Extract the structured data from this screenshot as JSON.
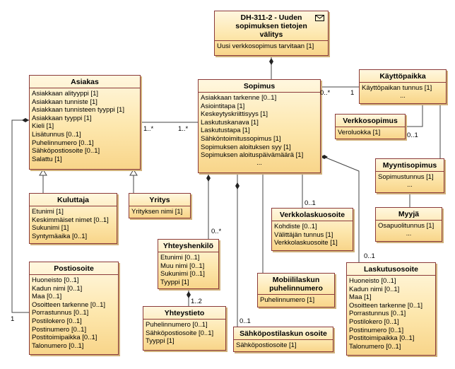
{
  "classes": {
    "dh": {
      "title_lines": [
        "DH-311-2 - Uuden",
        "sopimuksen tietojen",
        "välitys"
      ],
      "attrs": [
        "Uusi verkkosopimus tarvitaan [1]"
      ],
      "icon": "envelope-icon"
    },
    "asiakas": {
      "title": "Asiakas",
      "attrs": [
        "Asiakkaan alityyppi [1]",
        "Asiakkaan tunniste [1]",
        "Asiakkaan tunnisteen tyyppi [1]",
        "Asiakkaan tyyppi [1]",
        "Kieli [1]",
        "Lisätunnus [0..1]",
        "Puhelinnumero [0..1]",
        "Sähköpostiosoite [0..1]",
        "Salattu [1]"
      ]
    },
    "sopimus": {
      "title": "Sopimus",
      "attrs": [
        "Asiakkaan tarkenne [0..1]",
        "Asiointitapa [1]",
        "Keskeytyskriittisyys [1]",
        "Laskutuskanava [1]",
        "Laskutustapa [1]",
        "Sähköntoimitussopimus [1]",
        "Sopimuksen aloituksen syy [1]",
        "Sopimuksen aloituspäivämäärä [1]"
      ],
      "ellipsis": "..."
    },
    "kayttopaikka": {
      "title": "Käyttöpaikka",
      "attrs": [
        "Käyttöpaikan tunnus [1]"
      ],
      "ellipsis": "..."
    },
    "verkkosopimus": {
      "title": "Verkkosopimus",
      "attrs": [
        "Veroluokka [1]"
      ]
    },
    "myyntisopimus": {
      "title": "Myyntisopimus",
      "attrs": [
        "Sopimustunnus [1]"
      ],
      "ellipsis": "..."
    },
    "myyja": {
      "title": "Myyjä",
      "attrs": [
        "Osapuolitunnus [1]"
      ],
      "ellipsis": "..."
    },
    "kuluttaja": {
      "title": "Kuluttaja",
      "attrs": [
        "Etunimi [1]",
        "Keskimmäiset nimet [0..1]",
        "Sukunimi [1]",
        "Syntymäaika [0..1]"
      ]
    },
    "yritys": {
      "title": "Yritys",
      "attrs": [
        "Yrityksen nimi [1]"
      ]
    },
    "verkkolaskuosoite": {
      "title": "Verkkolaskuosoite",
      "attrs": [
        "Kohdiste [0..1]",
        "Välittäjän tunnus [1]",
        "Verkkolaskuosoite [1]"
      ]
    },
    "yhteyshenkilo": {
      "title": "Yhteyshenkilö",
      "attrs": [
        "Etunimi [0..1]",
        "Muu nimi [0..1]",
        "Sukunimi [0..1]",
        "Tyyppi [1]"
      ]
    },
    "mobiililasku": {
      "title_lines": [
        "Mobiililaskun",
        "puhelinnumero"
      ],
      "attrs": [
        "Puhelinnumero [1]"
      ]
    },
    "postiosoite": {
      "title": "Postiosoite",
      "attrs": [
        "Huoneisto [0..1]",
        "Kadun nimi [0..1]",
        "Maa [0..1]",
        "Osoitteen tarkenne [0..1]",
        "Porrastunnus [0..1]",
        "Postilokero [0..1]",
        "Postinumero [0..1]",
        "Postitoimipaikka [0..1]",
        "Talonumero [0..1]"
      ]
    },
    "yhteystieto": {
      "title": "Yhteystieto",
      "attrs": [
        "Puhelinnumero [0..1]",
        "Sähköpostiosoite [0..1]",
        "Tyyppi [1]"
      ]
    },
    "sahkopostilasku": {
      "title": "Sähköpostilaskun osoite",
      "attrs": [
        "Sähköpostiosoite [1]"
      ]
    },
    "laskutusosoite": {
      "title": "Laskutusosoite",
      "attrs": [
        "Huoneisto [0..1]",
        "Kadun nimi [0..1]",
        "Maa [1]",
        "Osoitteen tarkenne [0..1]",
        "Porrastunnus [0..1]",
        "Postilokero [0..1]",
        "Postinumero [0..1]",
        "Postitoimipaikka [0..1]",
        "Talonumero [0..1]"
      ]
    }
  },
  "multiplicities": {
    "asiakas_sopimus_left": "1..*",
    "asiakas_sopimus_right": "1..*",
    "sopimus_kayttopaikka_left": "0..*",
    "sopimus_kayttopaikka_right": "1",
    "verkkosopimus_kayttopaikka": "0..1",
    "sopimus_yhteyshenkilo": "0..*",
    "sopimus_verkkolasku": "0..1",
    "sopimus_sahkoposti": "0..1",
    "sopimus_laskutusosoite": "0..1",
    "yhteyshenkilo_yhteystieto": "1..2",
    "asiakas_postiosoite": "1"
  }
}
